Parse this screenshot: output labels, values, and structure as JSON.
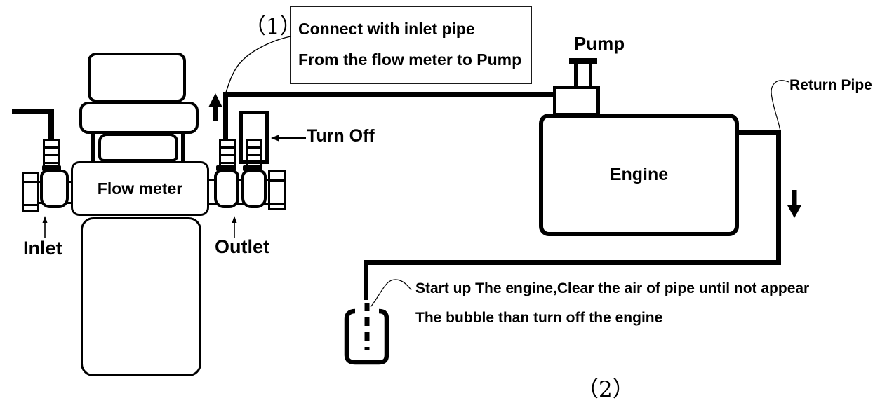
{
  "diagram": {
    "steps": {
      "step1": "（1）",
      "step2": "（2）"
    },
    "callout": {
      "line1": "Connect with inlet pipe",
      "line2": "From the flow meter to Pump"
    },
    "labels": {
      "flow_meter": "Flow meter",
      "inlet": "Inlet",
      "outlet": "Outlet",
      "turn_off": "Turn Off",
      "pump": "Pump",
      "engine": "Engine",
      "return_pipe": "Return Pipe"
    },
    "note": {
      "line1": "Start up The engine,Clear the air of pipe until not appear",
      "line2": "The bubble than turn off the engine"
    },
    "colors": {
      "ink": "#000000",
      "background": "#ffffff"
    },
    "icons": {
      "flow_up_arrow": "up-arrow",
      "flow_down_arrow": "down-arrow",
      "drain_container": "open-cup",
      "drain_pipe": "dashed-pipe"
    }
  }
}
